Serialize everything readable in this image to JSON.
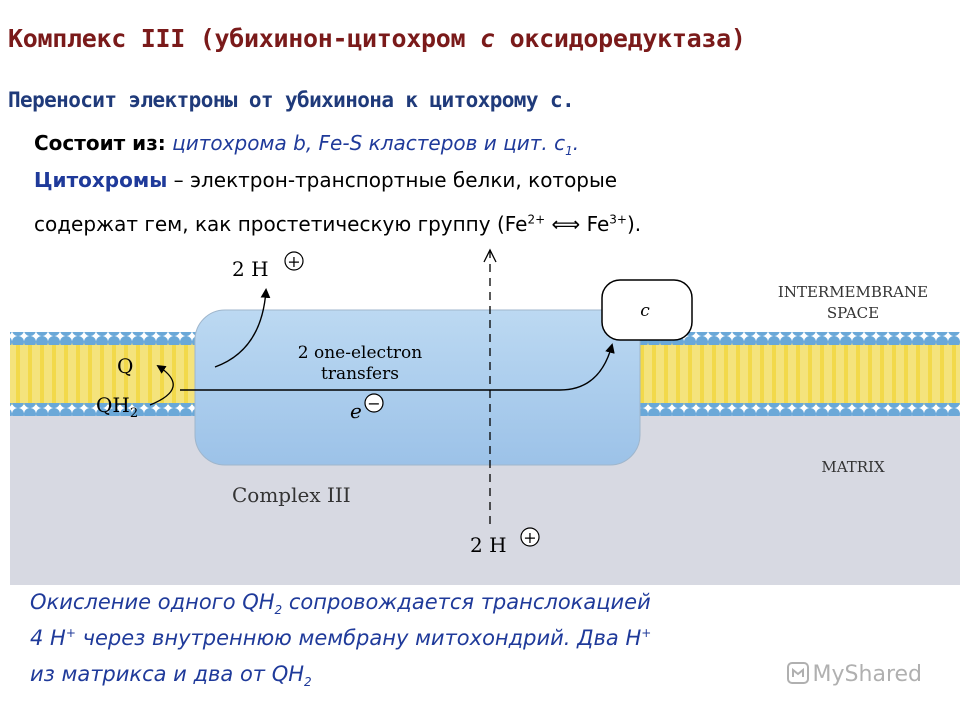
{
  "title": {
    "before": "Комплекс III (убихинон-цитохром ",
    "italic": "c",
    "after": " оксидоредуктаза)"
  },
  "lines": {
    "line1": "Переносит электроны от убихинона к цитохрому c.",
    "line2": {
      "label": "Состоит из:",
      "text": " цитохрома b, Fe-S кластеров и цит. c",
      "sub": "1",
      "end": "."
    },
    "line3": {
      "term": "Цитохромы",
      "text": " – электрон-транспортные белки, которые"
    },
    "line4": {
      "text": "содержат гем, как простетическую группу (Fe",
      "sup1": "2+",
      "arrow": " ⟺ ",
      "text2": "Fe",
      "sup2": "3+",
      "end": ")."
    }
  },
  "diagram": {
    "top_h": "2 H",
    "bottom_h": "2 H",
    "plus": "+",
    "intermembrane_1": "INTERMEMBRANE",
    "intermembrane_2": "SPACE",
    "matrix": "MATRIX",
    "complex": "Complex III",
    "transfer_1": "2 one-electron",
    "transfer_2": "transfers",
    "q": "Q",
    "qh": "QH",
    "qh_sub": "2",
    "electron": "e",
    "minus": "−",
    "cyt_c": "c"
  },
  "bottom": {
    "l1a": "Окисление одного QH",
    "l1sub": "2",
    "l1b": " сопровождается транслокацией",
    "l2a": "4 H",
    "l2sup": "+",
    "l2b": " через внутреннюю мембрану митохондрий. Два H",
    "l2sup2": "+",
    "l3a": "из матрикса и два от QH",
    "l3sub": "2"
  },
  "watermark": "MyShared",
  "colors": {
    "title": "#7a1a1a",
    "blue_text": "#1f3a9a",
    "membrane_head": "#6aa8d8",
    "membrane_tail": "#f2d94a",
    "complex": "#a9cdee",
    "matrix": "#d7d9e2"
  }
}
